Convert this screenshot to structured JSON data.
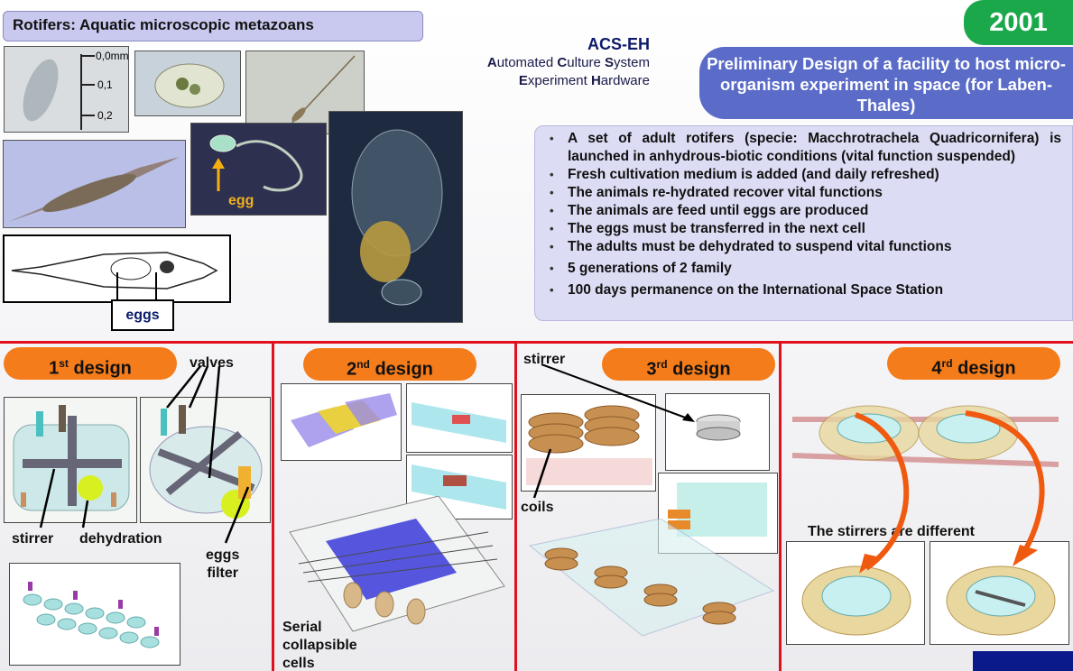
{
  "header": {
    "title": "Rotifers: Aquatic microscopic metazoans",
    "year": "2001",
    "acs_title": "ACS-EH",
    "acs_line1_caps": [
      "A",
      "C",
      "S"
    ],
    "acs_line1_words": [
      "utomated ",
      "ulture ",
      "ystem"
    ],
    "acs_line2_caps": [
      "E",
      "H"
    ],
    "acs_line2_words": [
      "xperiment ",
      "ardware"
    ],
    "preliminary": "Preliminary Design of a facility to host micro-organism experiment in space (for Laben-Thales)"
  },
  "photos": {
    "scale_labels": [
      "0,0mm",
      "0,1",
      "0,2"
    ],
    "egg_label": "egg",
    "eggs_label": "eggs"
  },
  "bullets": [
    "A set of adult rotifers (specie: Macchrotrachela Quadricornifera) is launched in anhydrous-biotic conditions (vital function suspended)",
    "Fresh cultivation medium is added (and daily refreshed)",
    "The animals re-hydrated recover vital functions",
    "The animals are feed until eggs are produced",
    "The eggs must be transferred in the next cell",
    "The adults must be dehydrated to suspend vital functions",
    "5 generations of 2 family",
    "100 days permanence on the International Space Station"
  ],
  "designs": {
    "d1": {
      "num": "1",
      "sup": "st",
      "word": " design",
      "valves": "valves",
      "stirrer": "stirrer",
      "dehydration": "dehydration",
      "eggs": "eggs",
      "filter": "filter"
    },
    "d2": {
      "num": "2",
      "sup": "nd",
      "word": " design",
      "caption": [
        "Serial",
        "collapsible",
        "cells"
      ]
    },
    "d3": {
      "num": "3",
      "sup": "rd",
      "word": " design",
      "stirrer": "stirrer",
      "coils": "coils"
    },
    "d4": {
      "num": "4",
      "sup": "rd",
      "word": " design",
      "caption": "The stirrers are different"
    }
  },
  "colors": {
    "year_green": "#1aa84a",
    "banner_blue": "#5a6bc8",
    "bullet_bg": "#dcdcf4",
    "design_orange": "#f47c1a",
    "divider_red": "#e0101e"
  }
}
